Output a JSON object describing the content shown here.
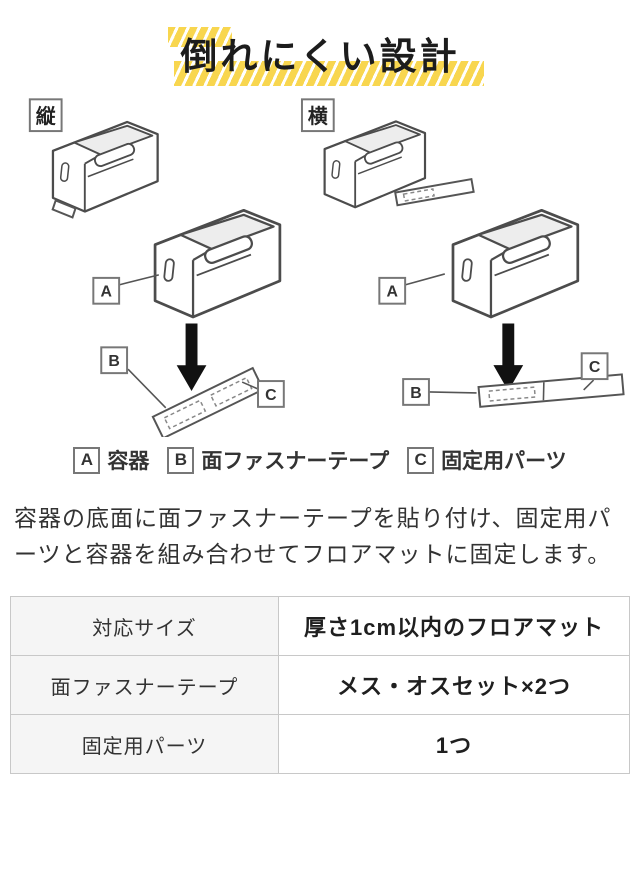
{
  "title": "倒れにくい設計",
  "colors": {
    "accent_yellow": "#f8d64f",
    "line": "#4c4c4c",
    "table_header_bg": "#f5f5f5",
    "table_border": "#c8c8c8"
  },
  "panels": [
    {
      "orientation_label": "縦"
    },
    {
      "orientation_label": "横"
    }
  ],
  "markers": {
    "a": "A",
    "b": "B",
    "c": "C"
  },
  "legend": [
    {
      "key": "A",
      "label": "容器"
    },
    {
      "key": "B",
      "label": "面ファスナーテープ"
    },
    {
      "key": "C",
      "label": "固定用パーツ"
    }
  ],
  "description": "容器の底面に面ファスナーテープを貼り付け、固定用パーツと容器を組み合わせてフロアマットに固定します。",
  "table": {
    "rows": [
      {
        "header": "対応サイズ",
        "value": "厚さ1cm以内のフロアマット"
      },
      {
        "header": "面ファスナーテープ",
        "value": "メス・オスセット×2つ"
      },
      {
        "header": "固定用パーツ",
        "value": "1つ"
      }
    ]
  }
}
